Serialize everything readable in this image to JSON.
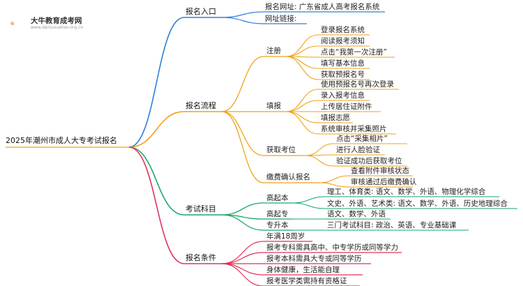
{
  "logo": {
    "name": "大牛教育成考网",
    "url": "www.daniuxueliao.org.cn"
  },
  "root": "2025年潮州市成人大专考试报名",
  "branches": {
    "entry": {
      "label": "报名入口",
      "items": [
        "报名网址: 广东省成人高考报名系统",
        "网址链接:"
      ]
    },
    "process": {
      "label": "报名流程",
      "register": {
        "label": "注册",
        "items": [
          "登录报名系统",
          "阅读报考须知",
          "点击“我第一次注册”",
          "填写基本信息",
          "获取预报名号"
        ]
      },
      "fill": {
        "label": "填报",
        "items": [
          "使用预报名号再次登录",
          "录入报考信息",
          "上传居住证附件",
          "填报志愿",
          "系统审核并采集照片"
        ]
      },
      "ticket": {
        "label": "获取考位",
        "items": [
          "点击“采集相片”",
          "进行人脸验证",
          "验证成功后获取考位"
        ]
      },
      "fee": {
        "label": "缴费确认报名",
        "items": [
          "查看附件审核状态",
          "审核通过后缴费确认"
        ]
      }
    },
    "subjects": {
      "label": "考试科目",
      "gqb": {
        "label": "高起本",
        "items": [
          "理工、体育类: 语文、数学、外语、物理化学综合",
          "文史、外语、艺术类: 语文、数学、外语、历史地理综合"
        ]
      },
      "gqz": {
        "label": "高起专",
        "items": [
          "语文、数学、外语"
        ]
      },
      "zsb": {
        "label": "专升本",
        "items": [
          "三门考试科目: 政治、英语、专业基础课"
        ]
      }
    },
    "conditions": {
      "label": "报名条件",
      "items": [
        "年满18周岁",
        "报考专科需具高中、中专学历或同等学力",
        "报考本科需具大专或同等学历",
        "身体健康，生活能自理",
        "报考医学类需持有资格证"
      ]
    }
  },
  "colors": {
    "entry": "#2f7fd9",
    "process": "#f0a21a",
    "subjects": "#1aa66a",
    "conditions": "#e0325a"
  }
}
